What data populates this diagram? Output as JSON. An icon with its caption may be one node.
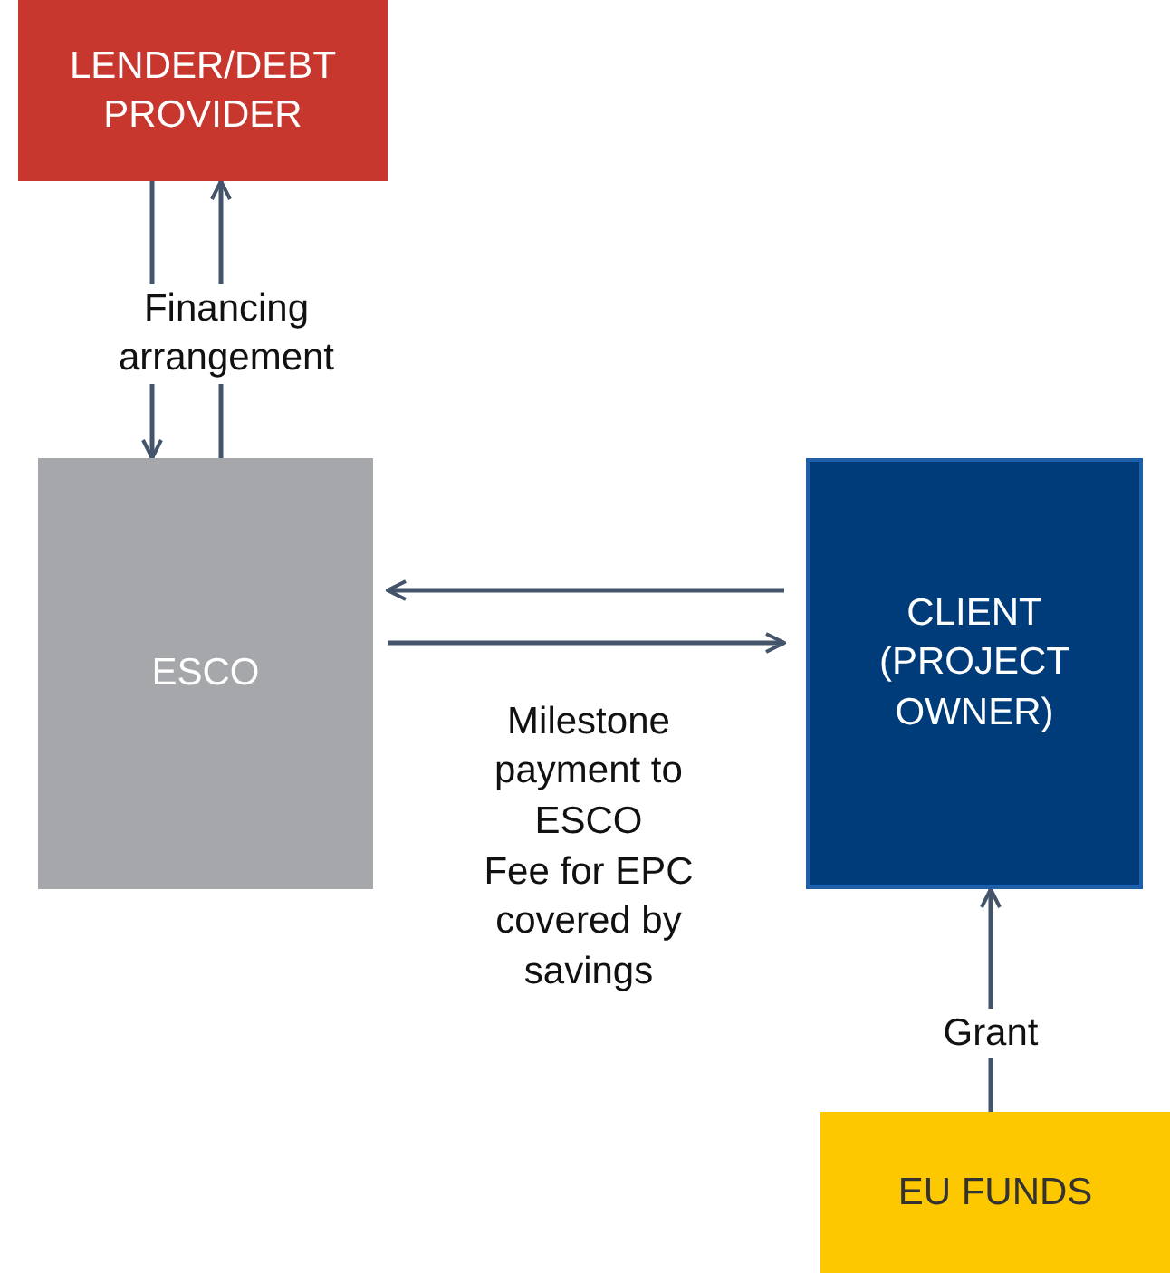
{
  "diagram": {
    "nodes": [
      {
        "text": [
          "LENDER/DEBT PROVIDER"
        ]
      },
      {
        "text": [
          "ESCO"
        ]
      },
      {
        "text": [
          "CLIENT (PROJECT OWNER)"
        ]
      },
      {
        "text": [
          "EU FUNDS"
        ]
      }
    ],
    "edges": [
      {
        "from": 0,
        "to": 1,
        "arrow": "to"
      },
      {
        "from": 1,
        "to": 0,
        "arrow": "to"
      },
      {
        "from": 2,
        "to": 1,
        "arrow": "to"
      },
      {
        "from": 1,
        "to": 2,
        "arrow": "to"
      },
      {
        "from": 3,
        "to": 2,
        "arrow": "to",
        "label": "Grant"
      }
    ],
    "labels": [
      "Financing arrangement",
      "Milestone payment to ESCO",
      "Fee for EPC covered by savings"
    ]
  }
}
